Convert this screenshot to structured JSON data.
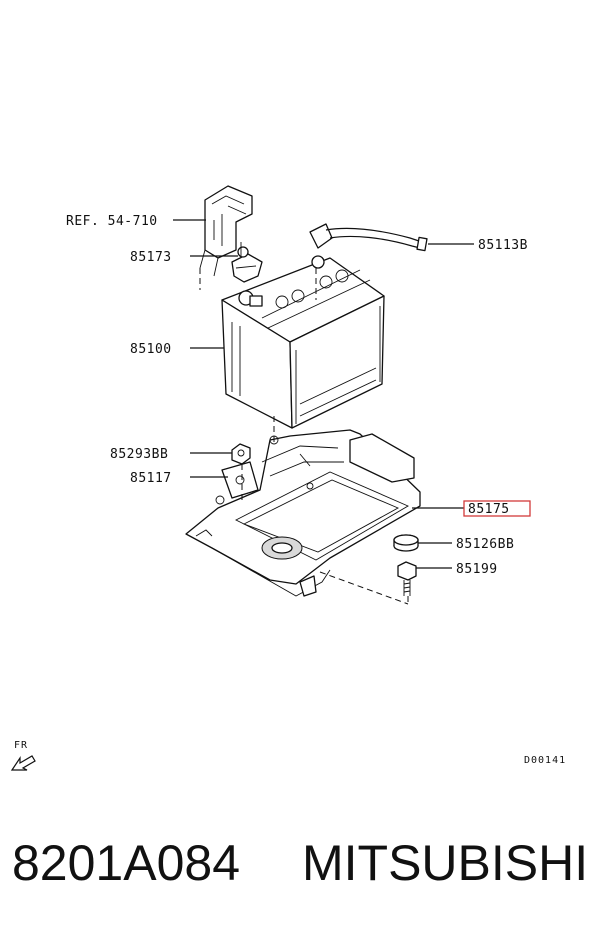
{
  "callouts": {
    "ref": "REF. 54-710",
    "p85173": "85173",
    "p85113b": "85113B",
    "p85100": "85100",
    "p85293bb": "85293BB",
    "p85117": "85117",
    "p85175": "85175",
    "p85126bb": "85126BB",
    "p85199": "85199"
  },
  "highlight_color": "#d23a3a",
  "direction_marker": "FR",
  "diagram_code": "D00141",
  "footer": {
    "part_number": "8201A084",
    "brand": "MITSUBISHI"
  }
}
